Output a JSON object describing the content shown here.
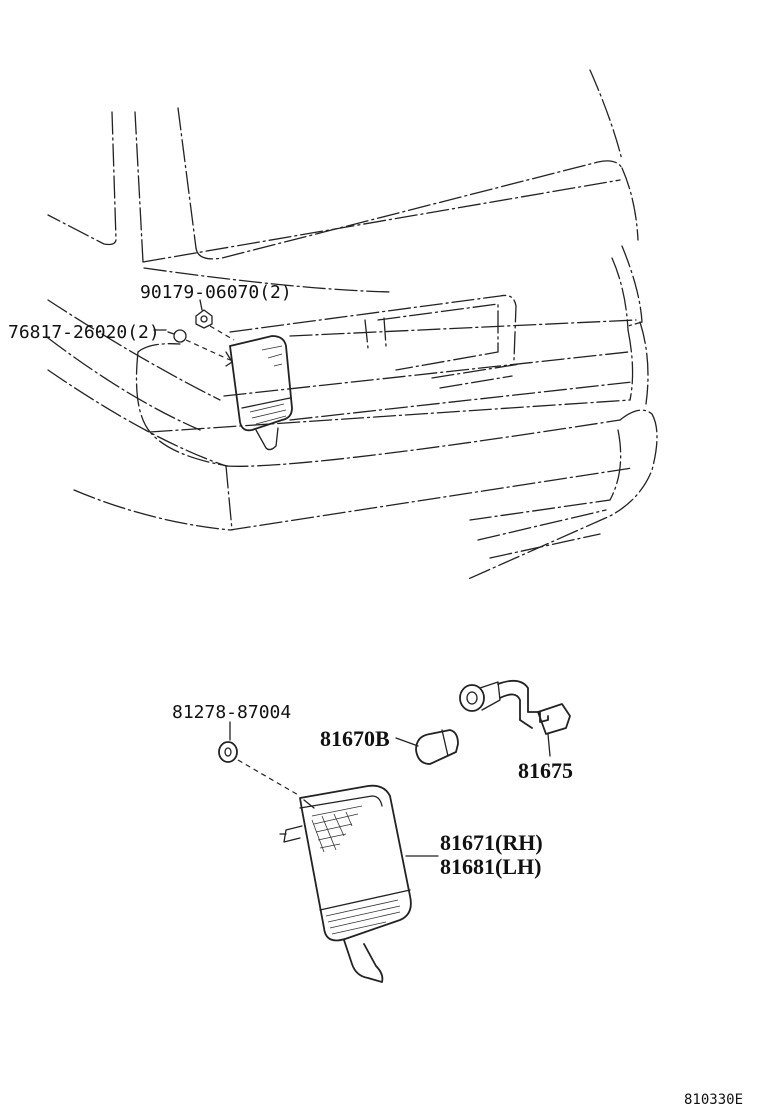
{
  "labels": {
    "p90179": "90179-06070(2)",
    "p76817": "76817-26020(2)",
    "p81278": "81278-87004",
    "p81670b": "81670B",
    "p81675": "81675",
    "p81671": "81671(RH)",
    "p81681": "81681(LH)",
    "figure_code": "810330E"
  }
}
